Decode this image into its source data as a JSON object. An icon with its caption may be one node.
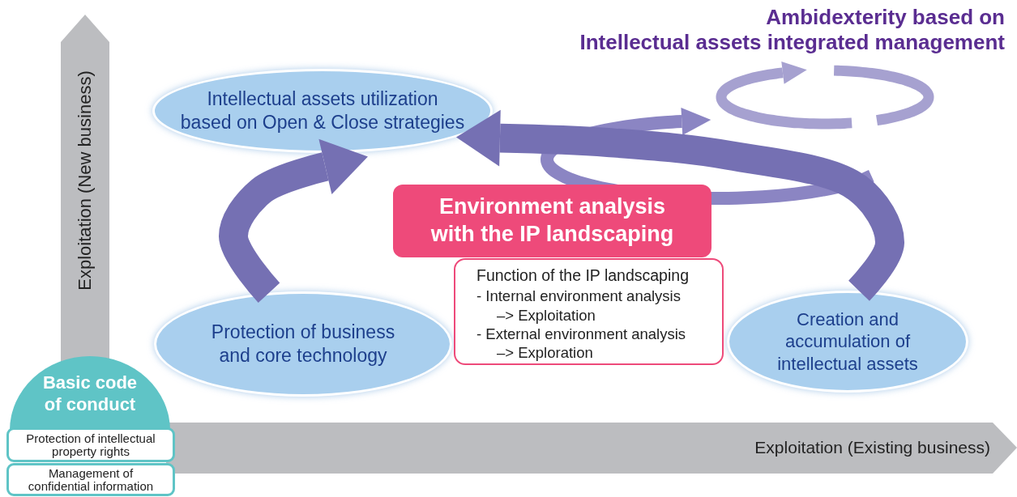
{
  "diagram": {
    "title": "Ambidexterity based on Intellectual assets integrated management",
    "nodes": [
      {
        "text": [
          "Intellectual assets utilization based on Open & Close strategies"
        ]
      },
      {
        "text": [
          "Environment analysis with the IP landscaping"
        ]
      },
      {
        "text": [
          "Function of the IP landscaping",
          "- Internal environment analysis –> Exploitation",
          "- External environment analysis –> Exploration"
        ]
      },
      {
        "text": [
          "Protection of business and core technology"
        ]
      },
      {
        "text": [
          "Creation and accumulation of intellectual assets"
        ]
      },
      {
        "text": [
          "Basic code of conduct"
        ]
      },
      {
        "text": [
          "Protection of intellectual property rights"
        ]
      },
      {
        "text": [
          "Management of confidential information"
        ]
      }
    ],
    "edges": [
      {
        "from": 3,
        "to": 0,
        "arrow": "to"
      },
      {
        "from": 4,
        "to": 0,
        "arrow": "to"
      }
    ],
    "labels": [
      "Exploitation (New business)",
      "Exploitation (Existing business)"
    ]
  }
}
